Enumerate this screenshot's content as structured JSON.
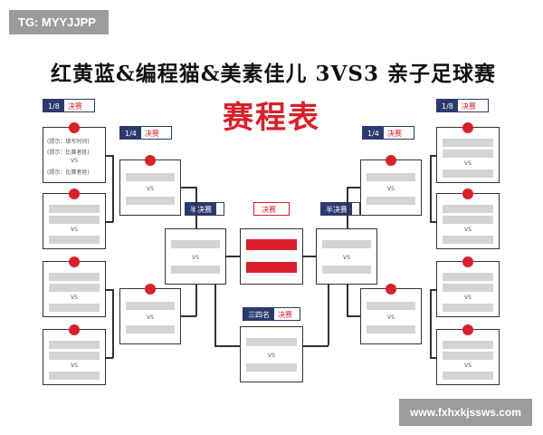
{
  "watermark_top": "TG: MYYJJPP",
  "watermark_bottom": "www.fxhxkjssws.com",
  "title": "红黄蓝&编程猫&美素佳儿 3VS3 亲子足球赛",
  "subtitle": "赛程表",
  "labels": {
    "r16_prefix": "1/8",
    "r16_suffix": "决赛",
    "qf_prefix": "1/4",
    "qf_suffix": "决赛",
    "semi": "半决赛",
    "final": "决赛",
    "third_prefix": "三四名",
    "third_suffix": "决赛"
  },
  "vs": "VS",
  "hints": {
    "h1": "(提示：填写时间)",
    "h2": "(提示：比赛者姓)",
    "h3": "(提示：比赛者姓)"
  },
  "colors": {
    "accent_red": "#d8202a",
    "navy": "#2b3a6d",
    "placeholder_gray": "#d4d4d4"
  }
}
